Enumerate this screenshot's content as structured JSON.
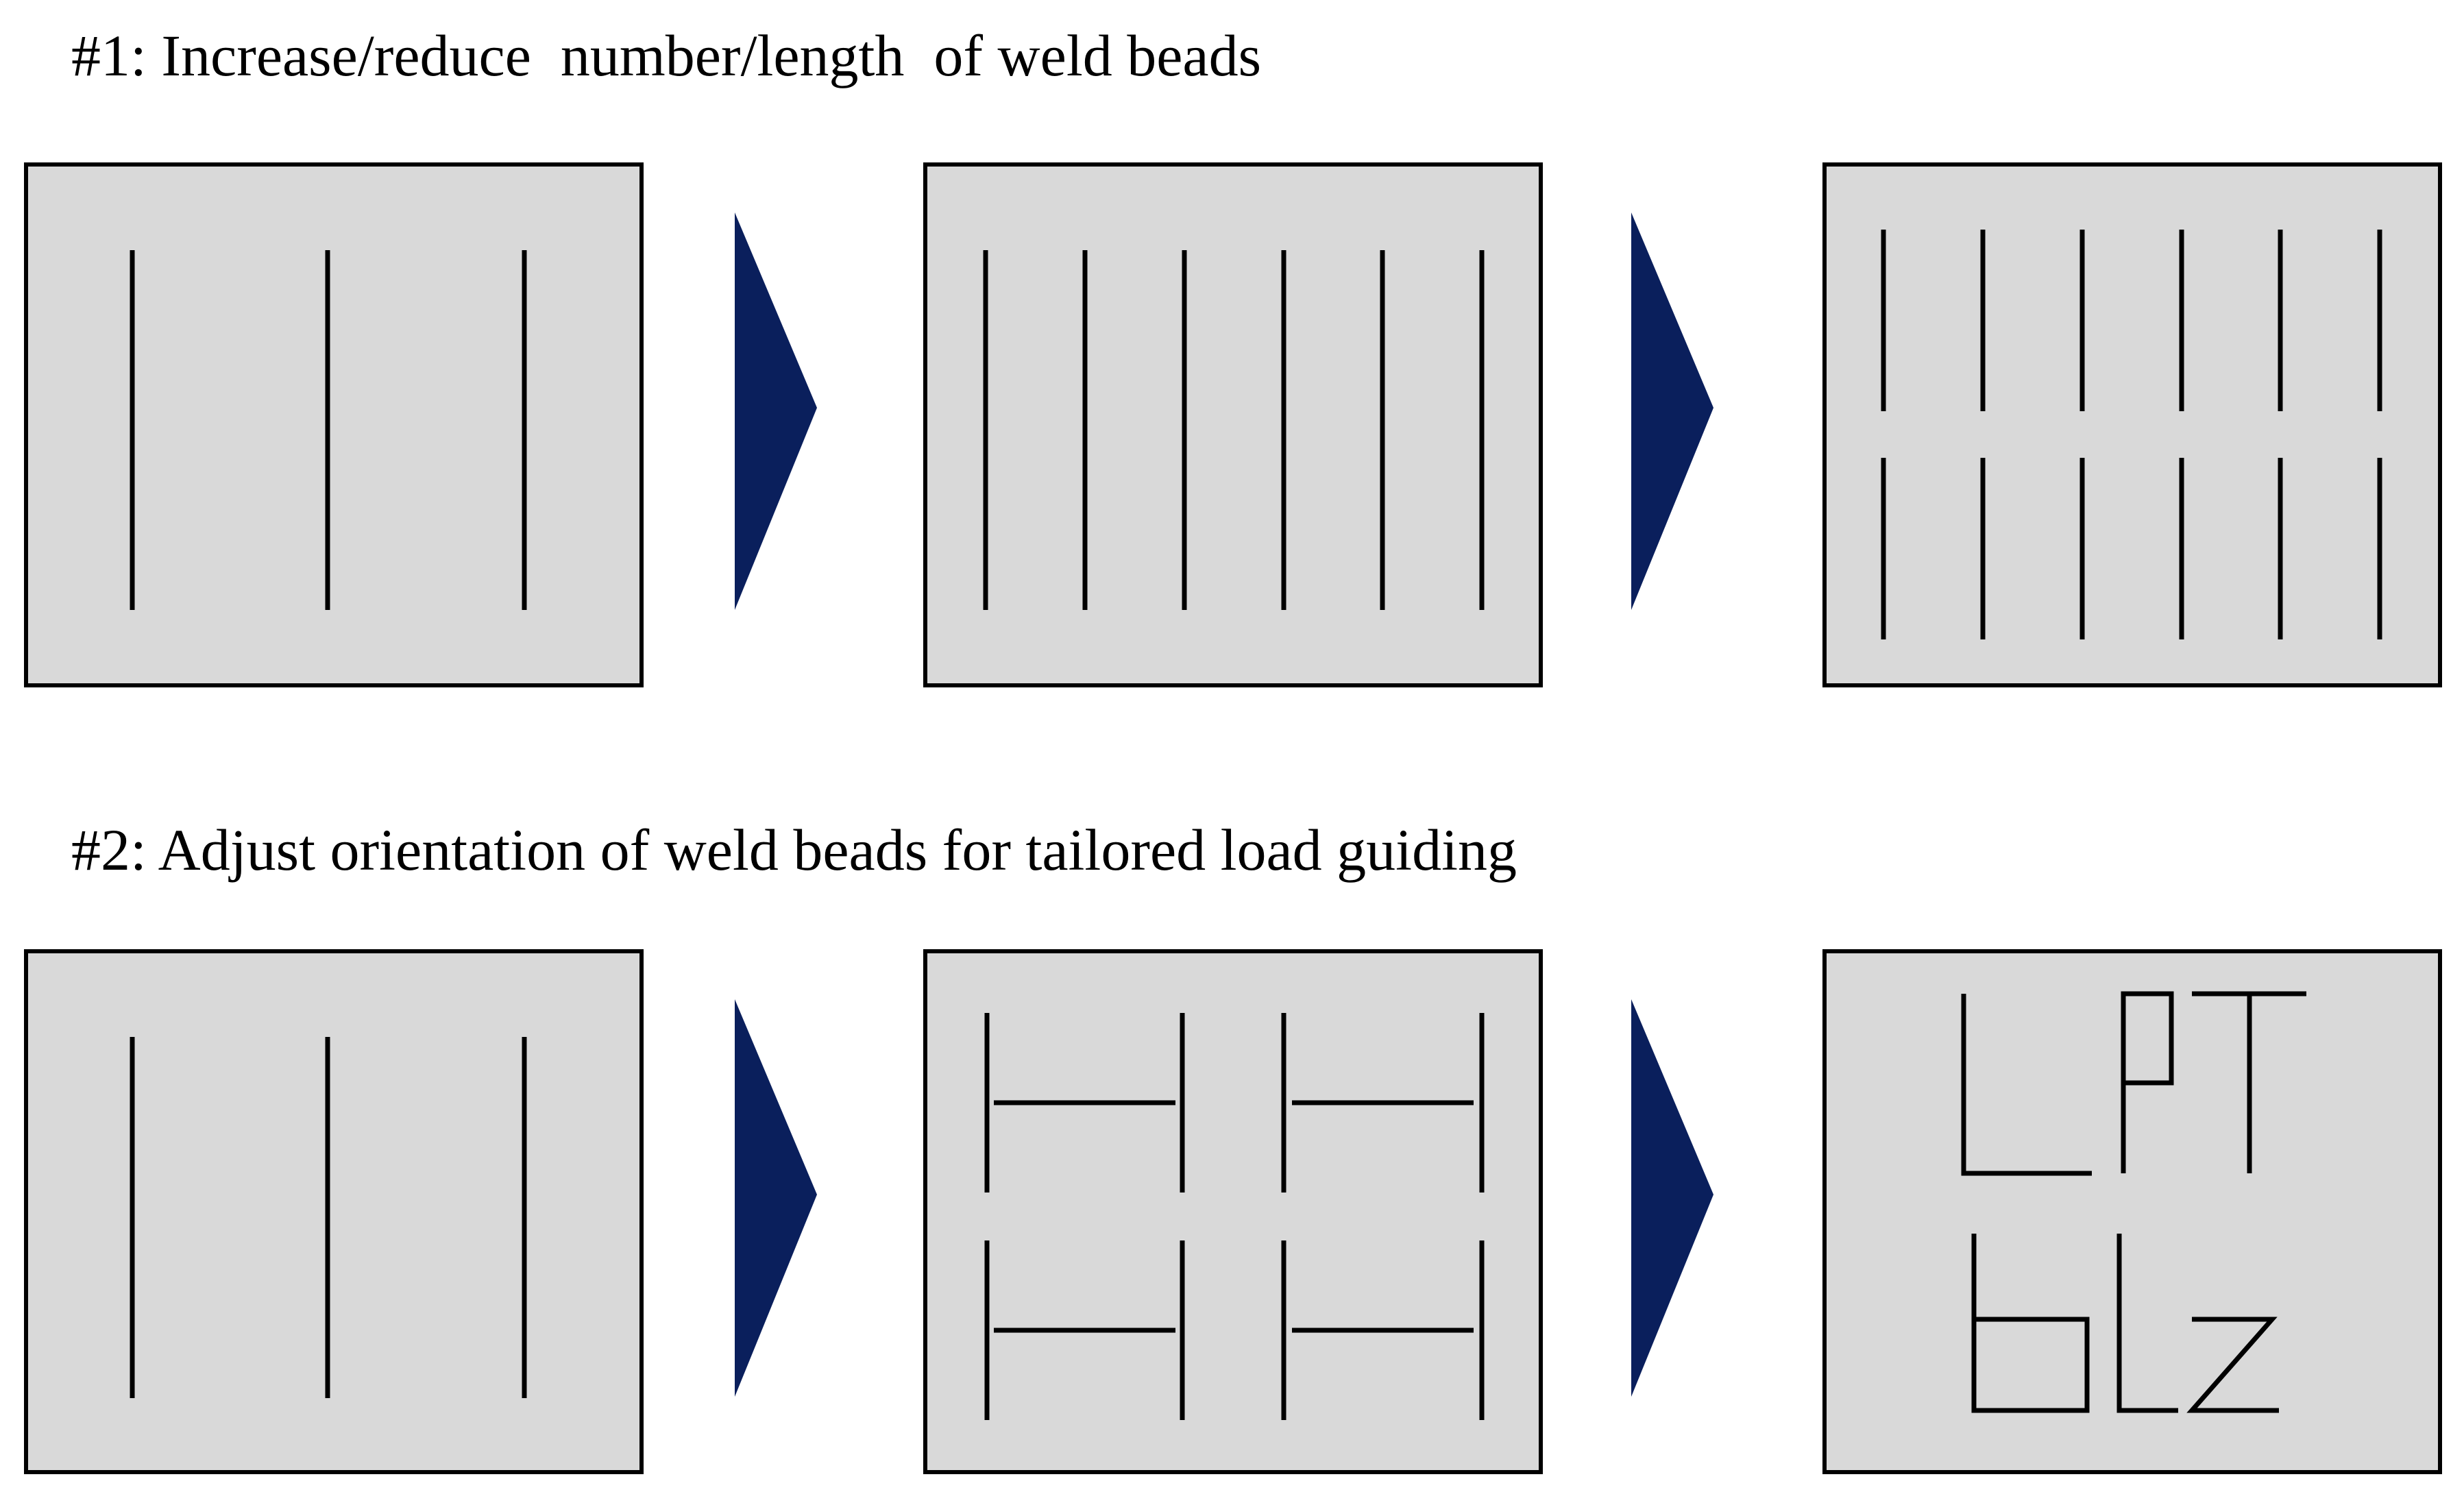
{
  "captions": {
    "row1": "#1: Increase/reduce  number/length  of weld beads",
    "row2": "#2: Adjust orientation of weld beads for tailored load guiding"
  },
  "colors": {
    "panel_fill": "#d9d9d9",
    "panel_stroke": "#000000",
    "arrow": "#0a1f5c",
    "bead": "#000000"
  },
  "panel_logo_text": "LPT bLz"
}
